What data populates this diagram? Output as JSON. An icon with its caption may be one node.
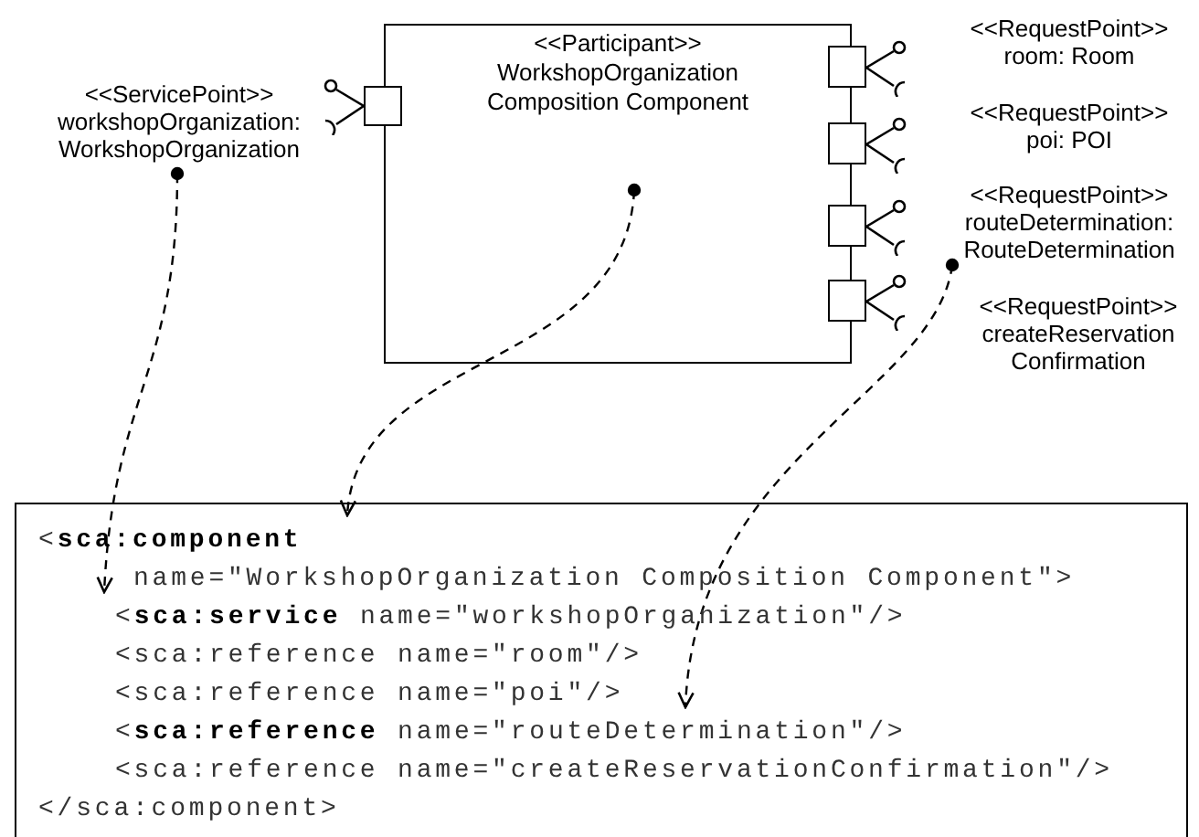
{
  "diagram": {
    "nodes": [
      {
        "text": [
          "<<Participant>> WorkshopOrganization Composition Component"
        ]
      },
      {
        "text": [],
        "shape": "box"
      },
      {
        "text": [],
        "shape": "box"
      },
      {
        "text": [],
        "shape": "box"
      },
      {
        "text": [],
        "shape": "box"
      },
      {
        "text": [],
        "shape": "box"
      },
      {
        "text": [
          "<<ServicePoint>> workshopOrganization: WorkshopOrganization"
        ]
      },
      {
        "text": [
          "<<RequestPoint>> routeDetermination: RouteDetermination"
        ]
      },
      {
        "text": [
          "name=\"WorkshopOrganization Composition Component\">",
          "<sca:reference name=\"room\"/>",
          "<sca:reference name=\"poi\"/>",
          "<sca:reference name=\"createReservationConfirmation\"/>",
          "</sca:component>"
        ]
      },
      {
        "text": [
          "<**sca:component**"
        ],
        "in": 8
      },
      {
        "text": [
          "<**sca:service** name=\"workshopOrganization\"/>"
        ],
        "in": 8
      },
      {
        "text": [
          "<**sca:reference** name=\"routeDetermination\"/>"
        ],
        "in": 8
      }
    ],
    "edges": [
      {
        "from": 6,
        "to": 10,
        "arrow": "to",
        "style": "dashed"
      },
      {
        "from": 0,
        "to": 9,
        "arrow": "to",
        "style": "dashed"
      },
      {
        "from": 7,
        "to": 11,
        "arrow": "to",
        "style": "dashed"
      }
    ],
    "labels": [
      "<<RequestPoint>> room: Room",
      "<<RequestPoint>> poi: POI",
      "<<RequestPoint>> createReservation Confirmation"
    ]
  }
}
